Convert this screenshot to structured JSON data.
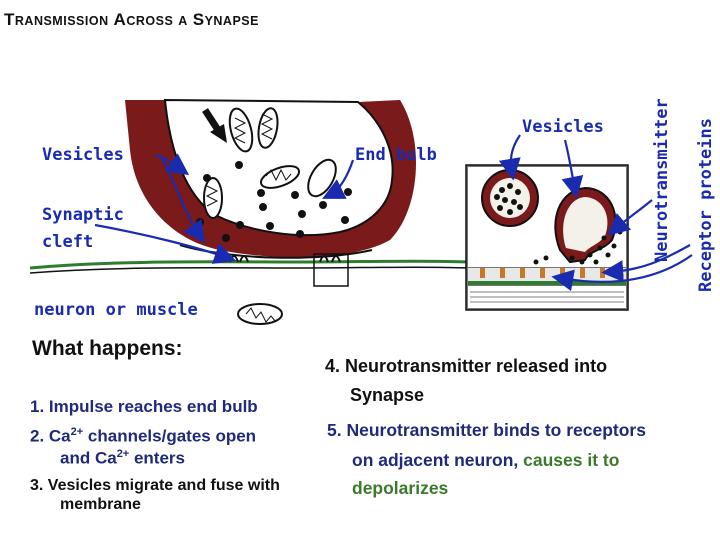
{
  "title": {
    "word1_cap": "T",
    "word1_rest": "RANSMISSION",
    "word2_cap": "A",
    "word2_rest": "CROSS",
    "word3": "A",
    "word4_cap": "S",
    "word4_rest": "YNAPSE"
  },
  "labels": {
    "vesicles_left": "Vesicles",
    "end_bulb": "End bulb",
    "synaptic": "Synaptic",
    "cleft": "cleft",
    "neuron_or_muscle": "neuron or muscle",
    "vesicles_right": "Vesicles",
    "neurotransmitter": "Neurotransmitter",
    "receptor_proteins": "Receptor proteins"
  },
  "text": {
    "what_happens": "What happens:",
    "step1": "1. Impulse reaches end bulb",
    "step2_a": "2. Ca",
    "step2_sup": "2+",
    "step2_b": " channels/gates open",
    "step2_c": "and Ca",
    "step2_sup2": "2+",
    "step2_d": " enters",
    "step3_a": "3. Vesicles migrate and fuse with",
    "step3_b": "membrane",
    "step4_a": "4. Neurotransmitter released into",
    "step4_b": "Synapse",
    "step5_a": "5. Neurotransmitter binds to receptors",
    "step5_b": "on adjacent neuron,",
    "step5_c": " causes it to",
    "step5_d": "depolarizes"
  },
  "colors": {
    "membrane": "#7a1a1a",
    "label_blue": "#1a2bb0",
    "postsynaptic_green": "#2e7d2e",
    "receptor_orange": "#c8782a",
    "text_green": "#3a7a2a"
  }
}
